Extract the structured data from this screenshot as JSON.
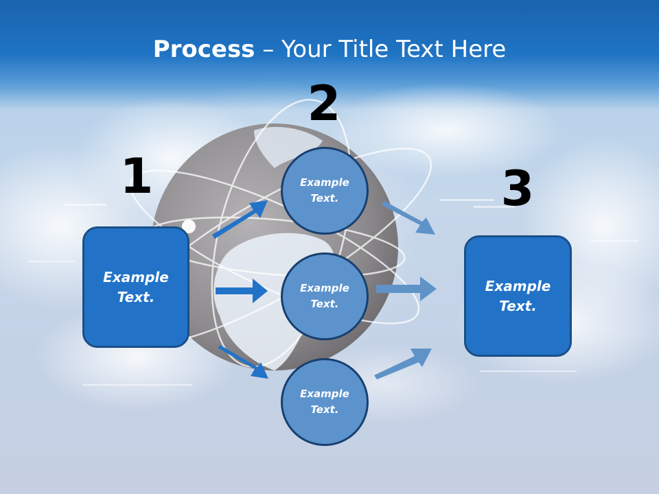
{
  "title": {
    "bold": "Process",
    "rest": " – Your Title Text Here"
  },
  "steps": [
    {
      "number": "1",
      "text": "Example\nText."
    },
    {
      "number": "2",
      "items": [
        "Example\nText.",
        "Example\nText.",
        "Example\nText."
      ]
    },
    {
      "number": "3",
      "text": "Example\nText."
    }
  ],
  "colors": {
    "box_fill": "#2273c8",
    "circle_fill": "#5d93cc",
    "arrow_dark": "#2273c8",
    "arrow_light": "#5f93c8"
  },
  "icons": [
    "globe-icon",
    "arrow-right-icon"
  ]
}
